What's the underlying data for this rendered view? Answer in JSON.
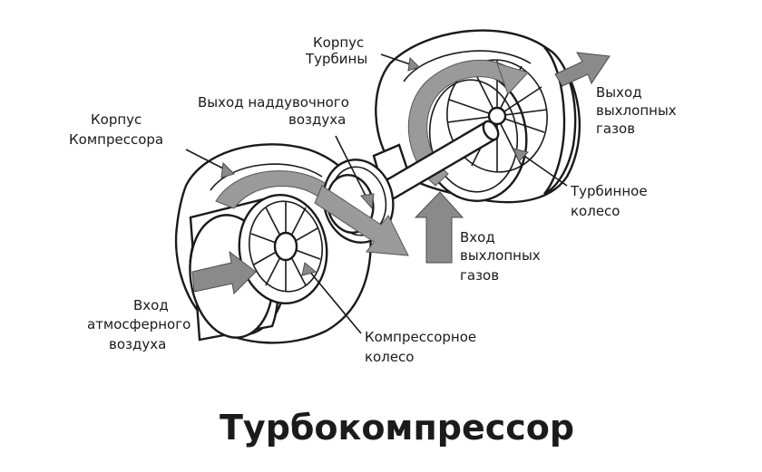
{
  "title": "Турбокомпрессор",
  "labels": {
    "turbine_housing": [
      "Корпус",
      "Турбины"
    ],
    "boost_air_outlet": [
      "Выход наддувочного",
      "воздуха"
    ],
    "compressor_housing": [
      "Корпус",
      "Компрессора"
    ],
    "exhaust_outlet": [
      "Выход",
      "выхлопных",
      "газов"
    ],
    "turbine_wheel": [
      "Турбинное",
      "колесо"
    ],
    "exhaust_inlet": [
      "Вход",
      "выхлопных",
      "газов"
    ],
    "air_inlet": [
      "Вход",
      "атмосферного",
      "воздуха"
    ],
    "compressor_wheel": [
      "Компрессорное",
      "колесо"
    ]
  },
  "colors": {
    "ink": "#1a1a1a",
    "flow_arrow": "#9a9a9a",
    "background": "#ffffff"
  }
}
